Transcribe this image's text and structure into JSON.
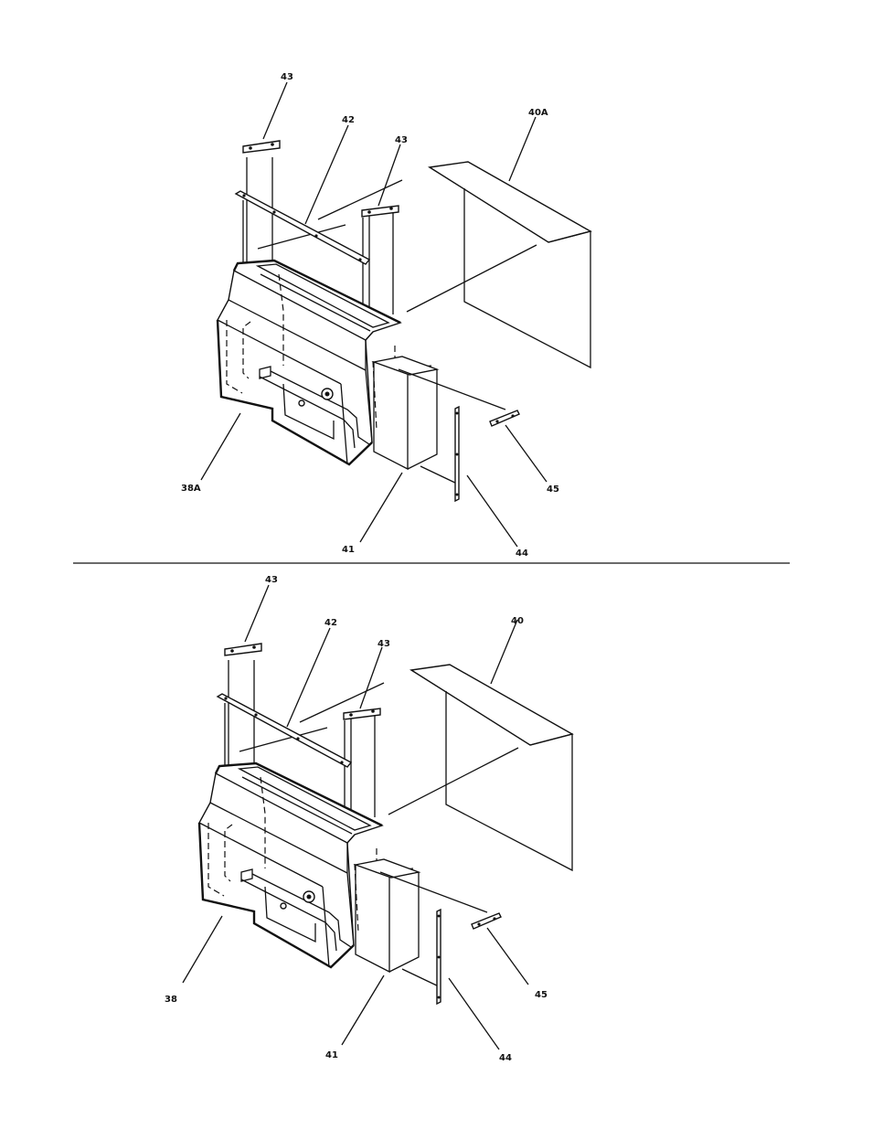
{
  "top_diagram": {
    "callouts": [
      "43",
      "42",
      "43",
      "40A",
      "38A",
      "41",
      "44",
      "45"
    ]
  },
  "bottom_diagram": {
    "callouts": [
      "43",
      "42",
      "43",
      "40",
      "38",
      "41",
      "44",
      "45"
    ]
  }
}
